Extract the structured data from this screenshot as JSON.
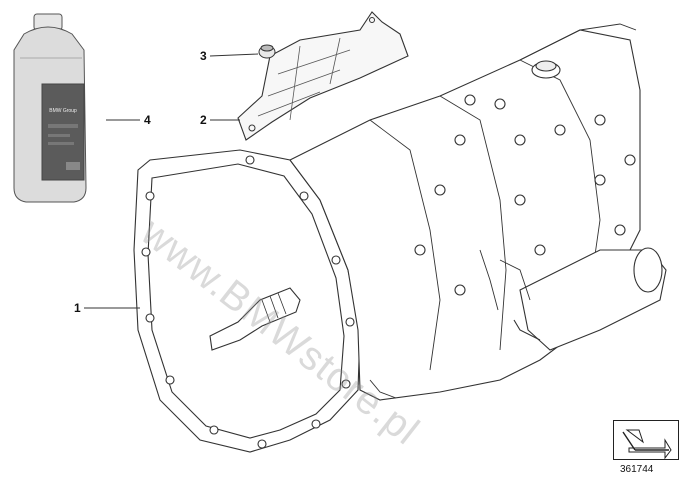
{
  "callouts": [
    {
      "id": "1",
      "label": "1",
      "part": "manual-gearbox"
    },
    {
      "id": "2",
      "label": "2",
      "part": "gearbox-cover-plate"
    },
    {
      "id": "3",
      "label": "3",
      "part": "rubber-grommet"
    },
    {
      "id": "4",
      "label": "4",
      "part": "transmission-oil-bottle"
    }
  ],
  "bottle": {
    "brand_text": "BMW Group"
  },
  "watermark": "www.BMWstore.pl",
  "diagram_ref": "361744",
  "nav_icon": "next-page-arrow-icon",
  "colors": {
    "line": "#333333",
    "bottle_body": "#d8d8d8",
    "bottle_label": "#555555"
  }
}
